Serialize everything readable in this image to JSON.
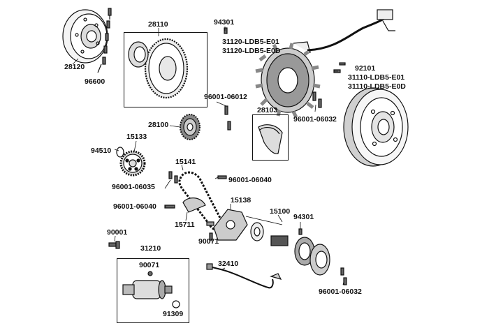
{
  "parts": {
    "p28120": "28120",
    "p96600": "96600",
    "p28110": "28110",
    "p94301_top": "94301",
    "p31120_e01": "31120-LDB5-E01",
    "p31120_e0d": "31120-LDB5-E0D",
    "p92101": "92101",
    "p31110_e01": "31110-LDB5-E01",
    "p31110_e0d": "31110-LDB5-E0D",
    "p96001_06012": "96001-06012",
    "p28103": "28103",
    "p96001_06032_a": "96001-06032",
    "p28100": "28100",
    "p15133": "15133",
    "p94510": "94510",
    "p15141": "15141",
    "p96001_06040_a": "96001-06040",
    "p96001_06035": "96001-06035",
    "p15138": "15138",
    "p96001_06040_b": "96001-06040",
    "p15100": "15100",
    "p94301_mid": "94301",
    "p15711": "15711",
    "p90001": "90001",
    "p90071_a": "90071",
    "p31210": "31210",
    "p32410": "32410",
    "p90071_b": "90071",
    "p91309": "91309",
    "p96001_06032_b": "96001-06032"
  }
}
